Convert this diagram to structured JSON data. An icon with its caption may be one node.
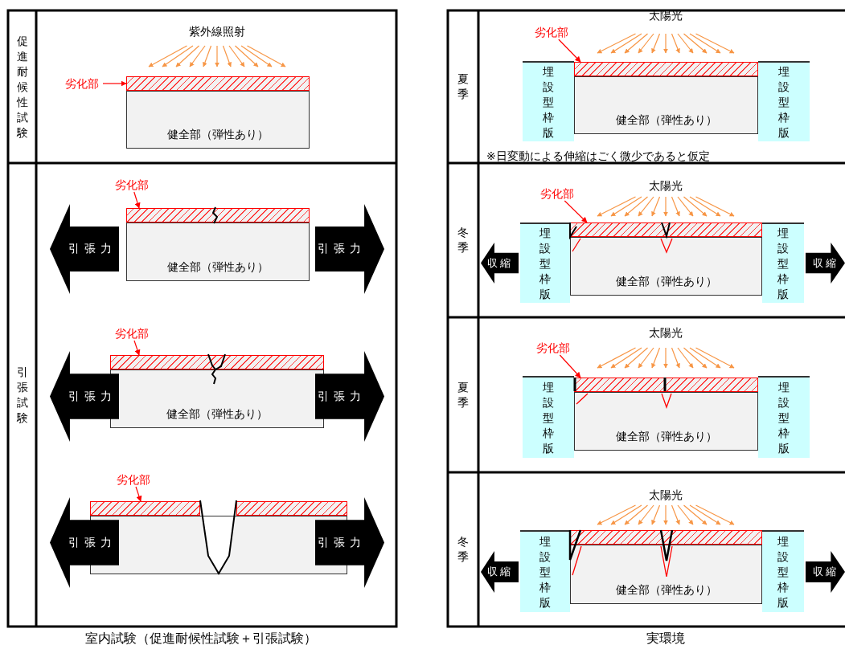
{
  "diagram": {
    "nodes": [
      {
        "text": [
          "促進耐候性試験"
        ]
      },
      {
        "text": [
          "劣化部"
        ]
      },
      {
        "text": [],
        "shape": "bar"
      },
      {
        "text": [
          "健全部（弾性あり）"
        ]
      },
      {
        "text": [
          "引張試験"
        ]
      },
      {
        "text": [
          "劣化部"
        ]
      },
      {
        "text": [],
        "shape": "bar"
      },
      {
        "text": [
          "引張力"
        ]
      },
      {
        "text": [
          "健全部（弾性あり）"
        ]
      },
      {
        "text": [
          "引張力"
        ]
      },
      {
        "text": [
          "劣化部"
        ]
      },
      {
        "text": [],
        "shape": "bar"
      },
      {
        "text": [
          "引張力"
        ]
      },
      {
        "text": [
          "健全部（弾性あり）"
        ]
      },
      {
        "text": [
          "引張力"
        ]
      },
      {
        "text": [
          "劣化部"
        ]
      },
      {
        "text": [],
        "shape": "bar"
      },
      {
        "text": [],
        "shape": "bar"
      },
      {
        "text": [
          "引張力"
        ]
      },
      {
        "text": [],
        "shape": "box"
      },
      {
        "text": [
          "引張力"
        ]
      },
      {
        "text": [
          "夏季"
        ]
      },
      {
        "text": [
          "劣化部"
        ]
      },
      {
        "text": [],
        "shape": "bar"
      },
      {
        "text": [
          "埋設型枠版"
        ]
      },
      {
        "text": [
          "健全部（弾性あり）"
        ]
      },
      {
        "text": [
          "埋設型枠版"
        ]
      },
      {
        "text": [
          "冬季"
        ]
      },
      {
        "text": [
          "劣化部"
        ]
      },
      {
        "text": [],
        "shape": "bar"
      },
      {
        "text": [
          "収縮"
        ]
      },
      {
        "text": [
          "埋設型枠版"
        ]
      },
      {
        "text": [
          "健全部（弾性あり）"
        ]
      },
      {
        "text": [
          "埋設型枠版"
        ]
      },
      {
        "text": [
          "収縮"
        ]
      },
      {
        "text": [
          "夏季"
        ]
      },
      {
        "text": [
          "劣化部"
        ]
      },
      {
        "text": [],
        "shape": "bar"
      },
      {
        "text": [
          "埋設型枠版"
        ]
      },
      {
        "text": [
          "健全部（弾性あり）"
        ]
      },
      {
        "text": [
          "埋設型枠版"
        ]
      },
      {
        "text": [
          "冬季"
        ]
      },
      {
        "text": [],
        "shape": "bar"
      },
      {
        "text": [
          "収縮"
        ]
      },
      {
        "text": [
          "埋設型枠版"
        ]
      },
      {
        "text": [
          "健全部（弾性あり）"
        ]
      },
      {
        "text": [
          "埋設型枠版"
        ]
      },
      {
        "text": [
          "収縮"
        ]
      }
    ],
    "edges": [
      {
        "from": 1,
        "to": 2,
        "arrow": "to"
      },
      {
        "from": 5,
        "to": 6,
        "arrow": "to"
      },
      {
        "from": 10,
        "to": 11,
        "arrow": "to"
      },
      {
        "from": 15,
        "to": 16,
        "arrow": "to"
      },
      {
        "from": 22,
        "to": 23,
        "arrow": "to"
      },
      {
        "from": 28,
        "to": 29,
        "arrow": "to"
      },
      {
        "from": 36,
        "to": 37,
        "arrow": "to"
      }
    ],
    "labels": [
      "紫外線照射",
      "室内試験（促進耐候性試験＋引張試験）",
      "太陽光",
      "※日変動による伸縮はごく微少であると仮定",
      "太陽光",
      "太陽光",
      "太陽光",
      "実環境"
    ]
  }
}
